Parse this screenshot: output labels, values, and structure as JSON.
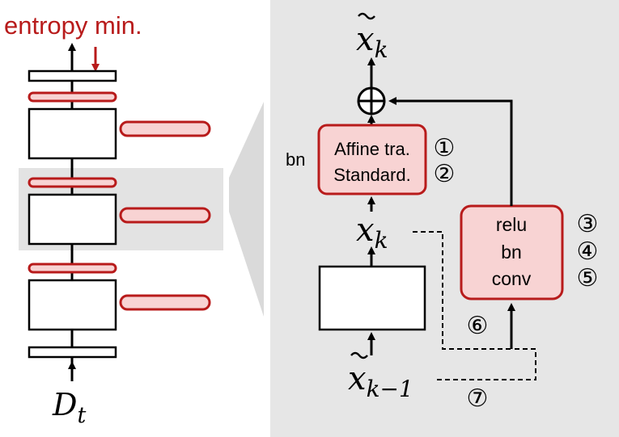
{
  "colors": {
    "accent_red": "#b81b1b",
    "light_red_fill": "#f8d3d3",
    "panel_gray": "#e6e6e6",
    "shadow_gray": "#d9d9d9",
    "stroke": "#000000"
  },
  "left_network": {
    "top_label": "entropy min.",
    "input_label_base": "D",
    "input_label_sub": "t"
  },
  "detail_panel": {
    "output_label_base": "x",
    "output_label_sub": "k",
    "plus_symbol": "⊕",
    "bn_side_label": "bn",
    "bn_block_line1": "Affine tra.",
    "bn_block_line2": "Standard.",
    "intermediate_label_base": "x",
    "intermediate_label_sub": "k",
    "input_label_base": "x",
    "input_label_sub": "k−1",
    "adapter_line1": "relu",
    "adapter_line2": "bn",
    "adapter_line3": "conv",
    "markers": {
      "m1": "①",
      "m2": "②",
      "m3": "③",
      "m4": "④",
      "m5": "⑤",
      "m6": "⑥",
      "m7": "⑦"
    }
  }
}
